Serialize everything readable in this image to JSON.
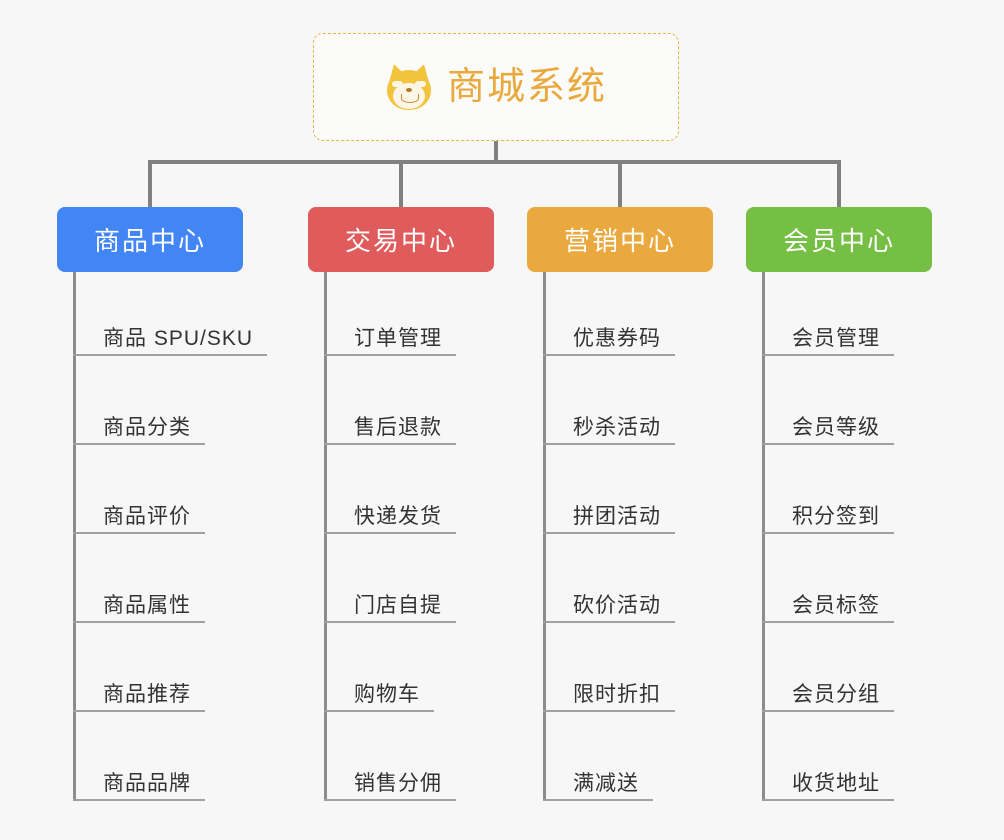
{
  "background_color": "#f7f7f7",
  "root": {
    "title": "商城系统",
    "icon": "shiba-inu-dog-face-emoji",
    "border_color": "#e9b44a",
    "text_color": "#e9a93c"
  },
  "connector_color": "#808080",
  "categories": [
    {
      "label": "商品中心",
      "color": "#4285f4",
      "items": [
        "商品 SPU/SKU",
        "商品分类",
        "商品评价",
        "商品属性",
        "商品推荐",
        "商品品牌"
      ]
    },
    {
      "label": "交易中心",
      "color": "#e05c5c",
      "items": [
        "订单管理",
        "售后退款",
        "快递发货",
        "门店自提",
        "购物车",
        "销售分佣"
      ]
    },
    {
      "label": "营销中心",
      "color": "#eaa93e",
      "items": [
        "优惠券码",
        "秒杀活动",
        "拼团活动",
        "砍价活动",
        "限时折扣",
        "满减送"
      ]
    },
    {
      "label": "会员中心",
      "color": "#76bf45",
      "items": [
        "会员管理",
        "会员等级",
        "积分签到",
        "会员标签",
        "会员分组",
        "收货地址"
      ]
    }
  ]
}
